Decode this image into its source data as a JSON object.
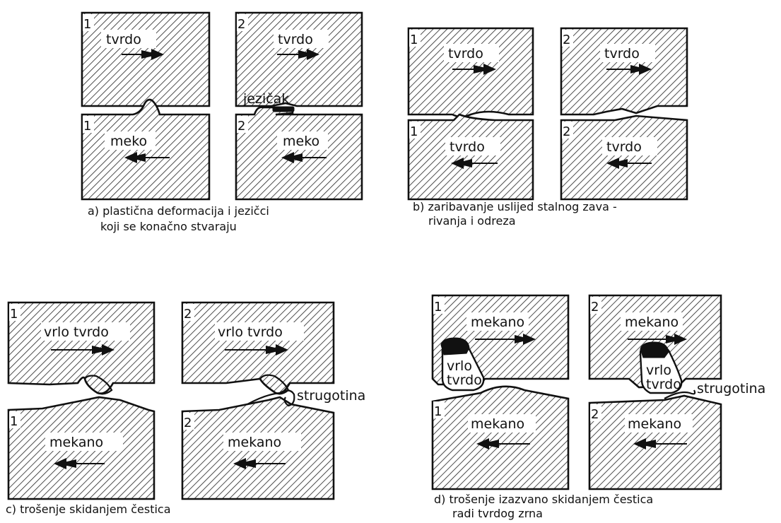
{
  "panel_a": {
    "block1_top": {
      "number": "1",
      "label": "tvrdo"
    },
    "block1_bottom": {
      "number": "1",
      "label": "meko"
    },
    "block2_top": {
      "number": "2",
      "label": "tvrdo"
    },
    "block2_bottom": {
      "number": "2",
      "label": "meko"
    },
    "annotation": "jezičak",
    "caption_line1": "a) plastična deformacija i jezičci",
    "caption_line2": "koji se konačno stvaraju"
  },
  "panel_b": {
    "block1_top": {
      "number": "1",
      "label": "tvrdo"
    },
    "block1_bottom": {
      "number": "1",
      "label": "tvrdo"
    },
    "block2_top": {
      "number": "2",
      "label": "tvrdo"
    },
    "block2_bottom": {
      "number": "2",
      "label": "tvrdo"
    },
    "caption_line1": "b) zaribavanje uslijed stalnog zava -",
    "caption_line2": "rivanja i odreza"
  },
  "panel_c": {
    "block1_top": {
      "number": "1",
      "label": "vrlo tvrdo"
    },
    "block1_bottom": {
      "number": "1",
      "label": "mekano"
    },
    "block2_top": {
      "number": "2",
      "label": "vrlo tvrdo"
    },
    "block2_bottom": {
      "number": "2",
      "label": "mekano"
    },
    "annotation": "strugotina",
    "caption_line1": "c) trošenje skidanjem čestica"
  },
  "panel_d": {
    "block1_top": {
      "number": "1",
      "label": "mekano"
    },
    "block1_bottom": {
      "number": "1",
      "label": "mekano"
    },
    "block2_top": {
      "number": "2",
      "label": "mekano"
    },
    "block2_bottom": {
      "number": "2",
      "label": "mekano"
    },
    "grain1_line1": "vrlo",
    "grain1_line2": "tvrdo",
    "grain2_line1": "vrlo",
    "grain2_line2": "tvrdo",
    "annotation": "strugotina",
    "caption_line1": "d) trošenje izazvano skidanjem čestica",
    "caption_line2": "radi tvrdog zrna"
  }
}
